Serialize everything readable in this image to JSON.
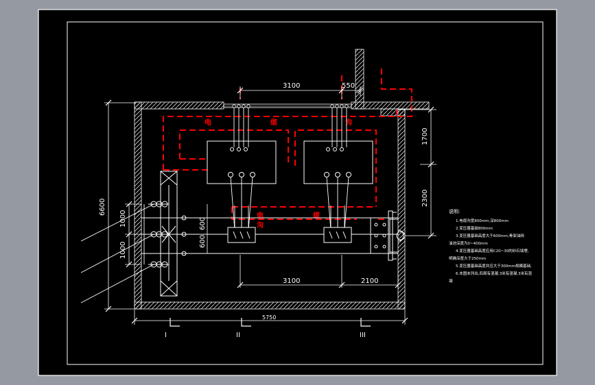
{
  "drawing": {
    "dimensions": {
      "top_main": "3100",
      "top_right": "550",
      "right_upper": "1700",
      "right_lower": "2300",
      "left_total": "6600",
      "left_a": "1000",
      "left_b": "1000",
      "inner_a": "600",
      "inner_b": "600",
      "bottom_main": "3100",
      "bottom_right": "2100",
      "bottom_total": "5750"
    },
    "section_marks": [
      "I",
      "II",
      "III"
    ],
    "red_labels": {
      "top_1": "电",
      "top_2": "缆",
      "top_3": "沟",
      "mid_1": "电",
      "mid_2": "缆",
      "mid_3": "沟"
    },
    "notes": {
      "heading": "说明:",
      "lines": [
        "1.电缆沟宽800mm,深800mm",
        "2.变压器基础800mm",
        "3.变压器基础高度大于600mm,骨架油网",
        "油池深度为0~400mm",
        "4.变压器基础高度应用C20~30的砂石填埋,",
        "明确深度大于250mm",
        "5.变压器基础高度并应大于300mm规模基础,",
        "6.本图未列出,四周有混凝,3米有混凝,3米有混",
        "凝"
      ]
    }
  },
  "colors": {
    "background": "#959aa2",
    "sheet": "#000000",
    "line": "#ffffff",
    "cable": "#ff0000"
  }
}
